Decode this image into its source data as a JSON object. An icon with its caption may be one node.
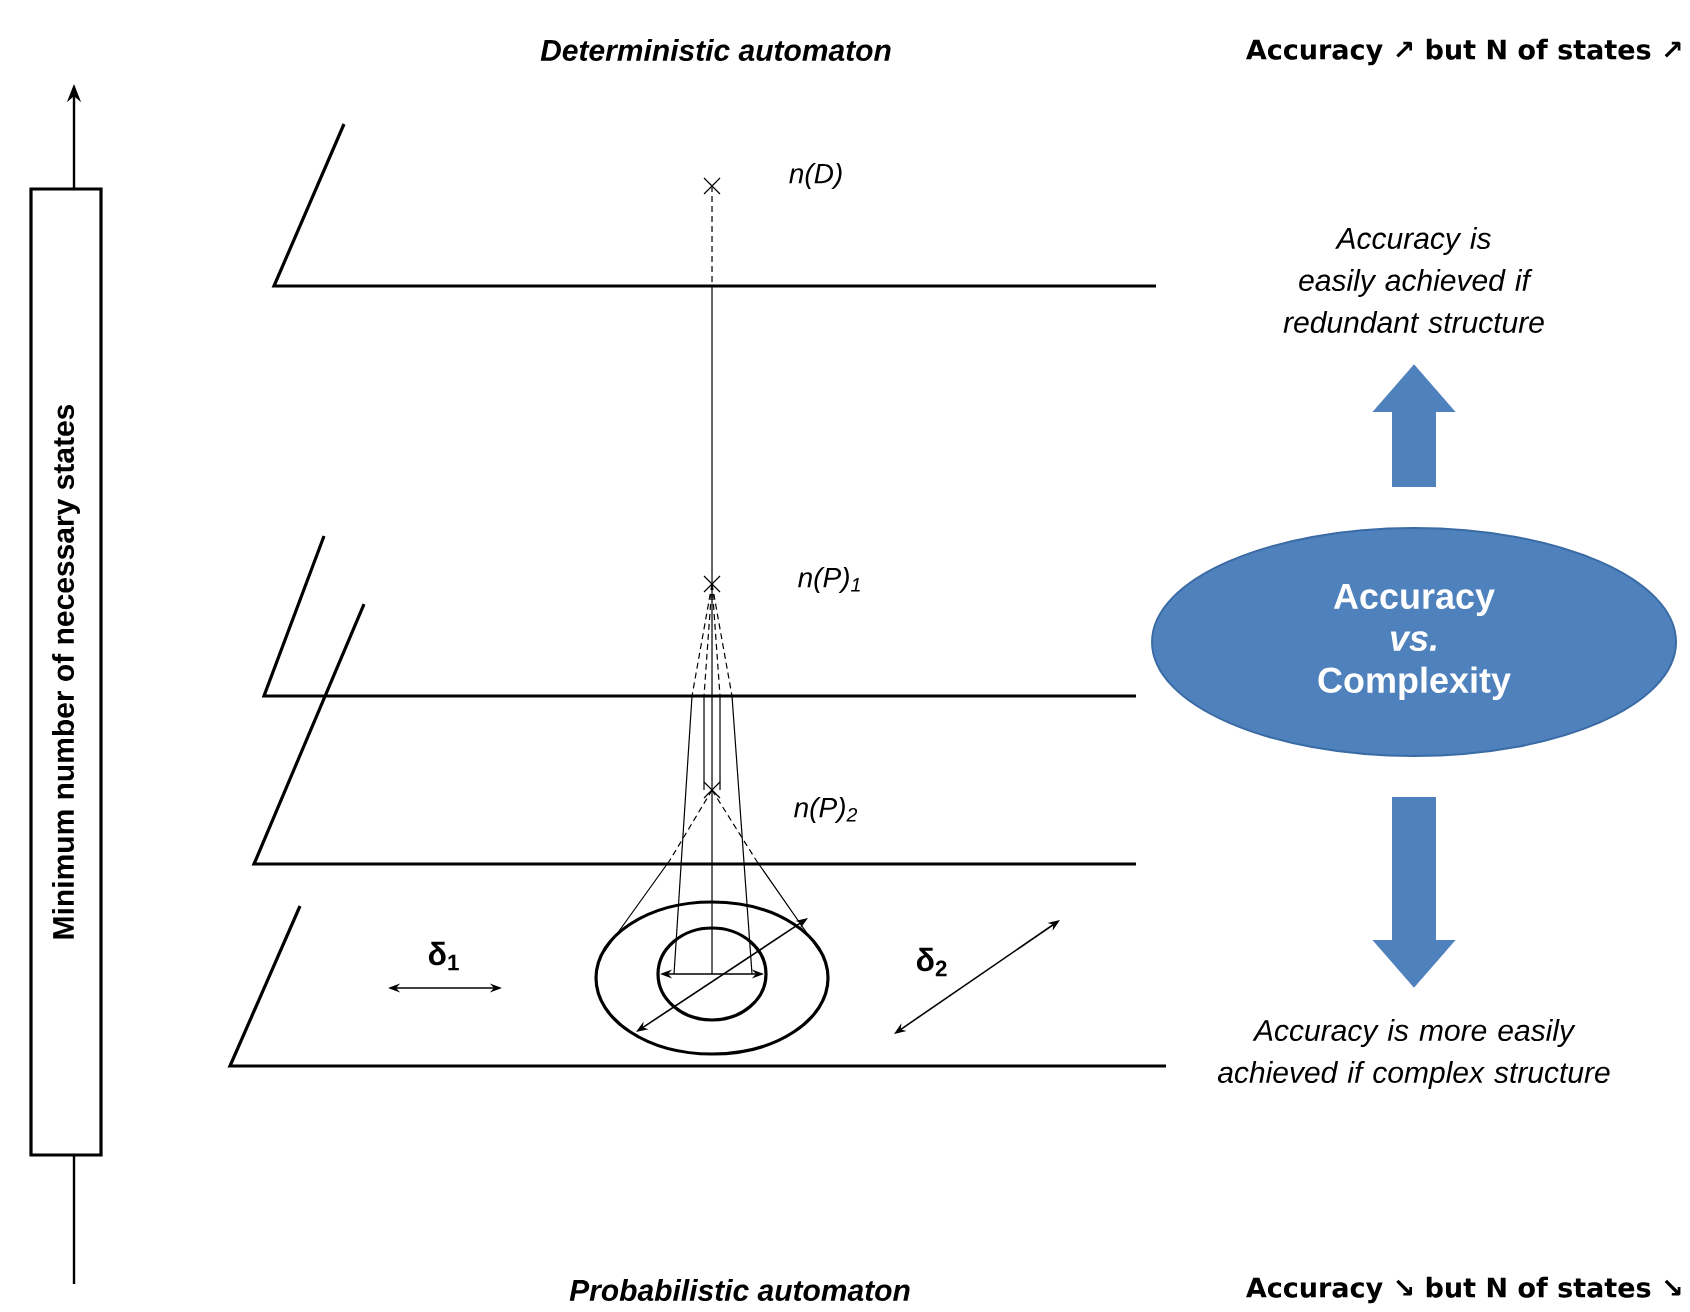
{
  "diagram": {
    "nodes": [
      {
        "text": [
          "Accuracy *vs.* Complexity"
        ]
      },
      {
        "text": [
          "Accuracy is easily achieved if redundant structure"
        ]
      },
      {
        "text": [
          "Accuracy is more easily achieved if complex structure"
        ]
      },
      {
        "text": [
          "Minimum number of necessary states"
        ]
      }
    ],
    "edges": [
      {
        "from": 0,
        "to": 1,
        "arrow": "to"
      },
      {
        "from": 0,
        "to": 2,
        "arrow": "to"
      }
    ],
    "labels": [
      "Deterministic automaton",
      "Accuracy ↗ but N of states ↗",
      "n(D)",
      "n(P)$_{1}$",
      "n(P)$_{2}$",
      "δ$_{1}$",
      "δ$_{2}$",
      "Probabilistic automaton",
      "Accuracy ↘ but N of states ↘"
    ]
  }
}
